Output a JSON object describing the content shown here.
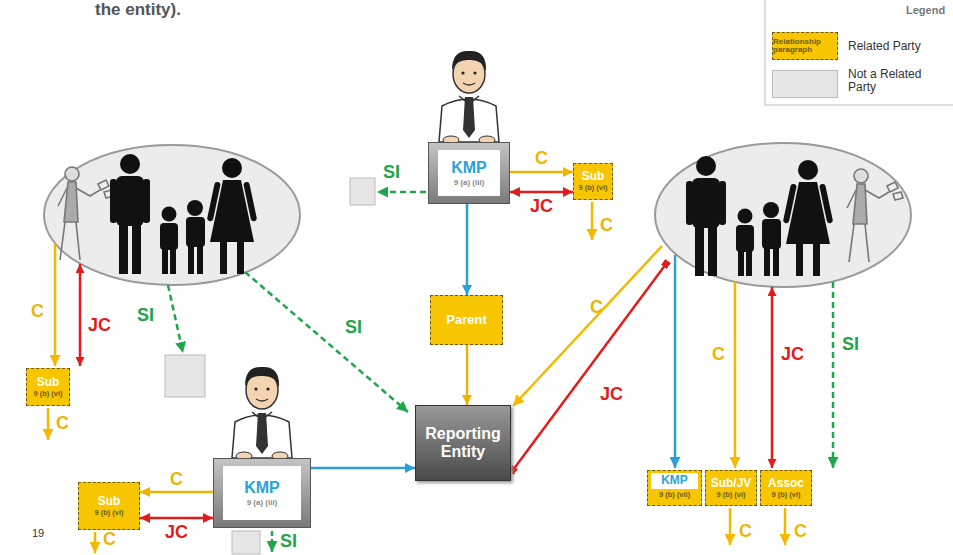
{
  "diagram": {
    "nodes": [
      {
        "text": [
          "KMP",
          "9 (a) (iii)"
        ]
      },
      {
        "text": [
          "Sub",
          "9 (b) (vi)"
        ]
      },
      {
        "text": [
          "Parent"
        ]
      },
      {
        "text": [
          "Sub",
          "9 (b) (vi)"
        ]
      },
      {
        "text": [
          "Sub",
          "9 (b) (vi)"
        ]
      },
      {
        "text": [
          "KMP",
          "9 (a) (iii)"
        ]
      },
      {
        "text": [
          "Reporting Entity"
        ]
      },
      {
        "text": [
          "KMP",
          "9 (b) (vii)"
        ]
      },
      {
        "text": [
          "Sub/JV",
          "9 (b) (vi)"
        ]
      },
      {
        "text": [
          "Assoc",
          "9 (b) (vi)"
        ]
      }
    ],
    "edges": [
      {
        "from": 0,
        "to": 1,
        "arrow": "to",
        "label": "C"
      },
      {
        "from": 0,
        "to": 1,
        "arrow": "both",
        "label": "JC"
      },
      {
        "from": 0,
        "to": 2,
        "arrow": "to"
      },
      {
        "from": 2,
        "to": 6,
        "arrow": "to"
      },
      {
        "from": 5,
        "to": 4,
        "arrow": "to",
        "label": "C"
      },
      {
        "from": 5,
        "to": 4,
        "arrow": "both",
        "label": "JC"
      },
      {
        "from": 5,
        "to": 6,
        "arrow": "to"
      }
    ],
    "labels": [
      "the entity).",
      "Legend",
      "Relationship paragraph",
      "SI",
      "C",
      "C",
      "JC",
      "SI",
      "SI",
      "C",
      "C",
      "SI",
      "C",
      "JC",
      "C",
      "JC",
      "SI",
      "C",
      "C",
      "19"
    ],
    "legend": [
      {
        "text": "Related Party",
        "color": "#f7c600"
      },
      {
        "text": "Not a Related Party",
        "color": "#e6e6e6"
      }
    ]
  }
}
